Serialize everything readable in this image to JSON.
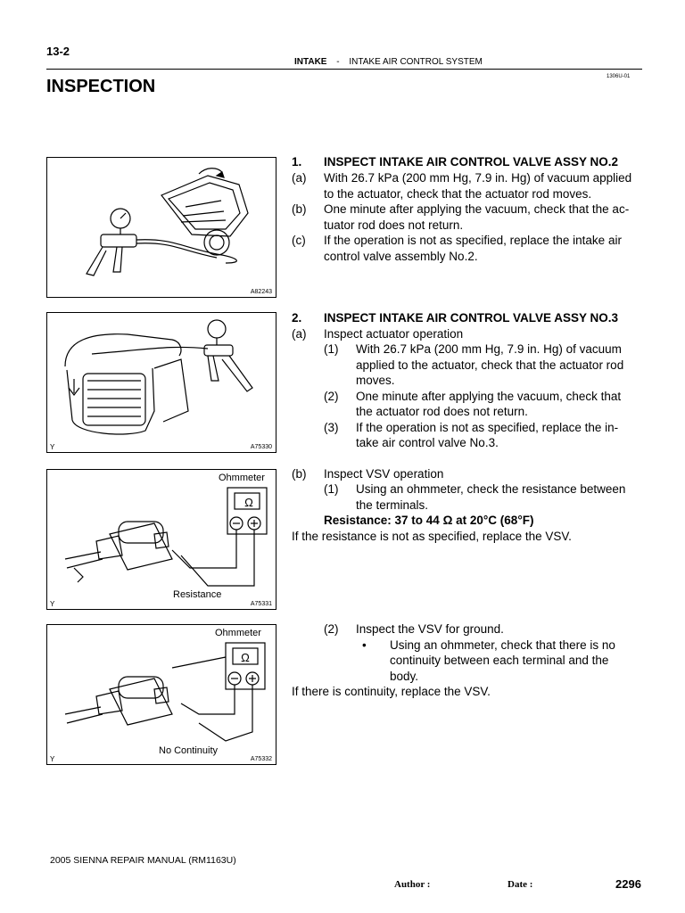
{
  "header": {
    "page_number": "13-2",
    "section": "INTAKE",
    "separator": "-",
    "subsection": "INTAKE AIR CONTROL SYSTEM",
    "doc_code": "1306U-01"
  },
  "title": "INSPECTION",
  "figures": {
    "fig1": {
      "id": "A82243"
    },
    "fig2": {
      "id": "A75330",
      "corner": "Y"
    },
    "fig3": {
      "id": "A75331",
      "corner": "Y",
      "meter_label": "Ohmmeter",
      "caption": "Resistance",
      "ohm_symbol": "Ω"
    },
    "fig4": {
      "id": "A75332",
      "corner": "Y",
      "meter_label": "Ohmmeter",
      "caption": "No Continuity",
      "ohm_symbol": "Ω"
    }
  },
  "step1": {
    "num": "1.",
    "heading": "INSPECT INTAKE AIR CONTROL VALVE ASSY NO.2",
    "a_label": "(a)",
    "a_line1": "With 26.7 kPa (200 mm Hg, 7.9 in. Hg) of vacuum applied",
    "a_line2": "to the actuator, check that the actuator rod moves.",
    "b_label": "(b)",
    "b_line1": "One minute after applying the vacuum, check that the ac-",
    "b_line2": "tuator rod does not return.",
    "c_label": "(c)",
    "c_line1": "If the operation is not as specified, replace the intake air",
    "c_line2": "control valve assembly No.2."
  },
  "step2": {
    "num": "2.",
    "heading": "INSPECT INTAKE AIR CONTROL VALVE ASSY NO.3",
    "a_label": "(a)",
    "a_text": "Inspect actuator operation",
    "a1_label": "(1)",
    "a1_line1": "With 26.7 kPa (200 mm Hg, 7.9 in. Hg) of vacuum",
    "a1_line2": "applied to the actuator, check that the actuator rod",
    "a1_line3": "moves.",
    "a2_label": "(2)",
    "a2_line1": "One minute after applying the vacuum, check that",
    "a2_line2": "the actuator rod does not return.",
    "a3_label": "(3)",
    "a3_line1": "If the operation is not as specified, replace the in-",
    "a3_line2": "take air control valve No.3.",
    "b_label": "(b)",
    "b_text": "Inspect VSV operation",
    "b1_label": "(1)",
    "b1_line1": "Using an ohmmeter, check the resistance between",
    "b1_line2": "the terminals.",
    "resistance": "Resistance: 37 to 44 Ω at 20°C (68°F)",
    "b_note": "If the resistance is not as specified, replace the VSV.",
    "b2_label": "(2)",
    "b2_text": "Inspect the VSV for ground.",
    "bullet": "•",
    "bullet_line1": "Using an ohmmeter, check that there is no",
    "bullet_line2": "continuity between each terminal and the",
    "bullet_line3": "body.",
    "b2_note": "If there is continuity, replace the VSV."
  },
  "footer": {
    "manual": "2005 SIENNA REPAIR MANUAL   (RM1163U)",
    "author": "Author :",
    "date": "Date :",
    "page": "2296"
  }
}
